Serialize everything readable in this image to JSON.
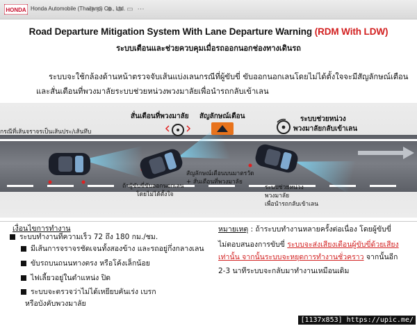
{
  "header": {
    "logo_text": "HONDA",
    "company": "Honda Automobile (Thailand) Co., Ltd.",
    "toolbar_icons": [
      "back-icon",
      "forward-icon",
      "zoom-in-icon",
      "zoom-out-icon",
      "slides-icon",
      "more-icon"
    ]
  },
  "title": {
    "main": "Road Departure Mitigation System With Lane Departure Warning",
    "highlight": "(RDM With LDW)",
    "highlight_color": "#d21e1e",
    "subtitle": "ระบบเตือนและช่วยควบคุมเมื่อรถออกนอกช่องทางเดินรถ"
  },
  "description": {
    "line1": "ระบบจะใช้กล้องด้านหน้าตรวจจับเส้นแบ่งเลนกรณีที่ผู้ขับขี่ ขับออกนอกเลนโดยไม่ได้ตั้งใจจะมีสัญลักษณ์เตือน",
    "line2": "และสั่นเตือนที่พวงมาลัยระบบช่วยหน่วงพวงมาลัยเพื่อนำรถกลับเข้าเลน"
  },
  "diagram": {
    "lane_label": "กรณีที่เส้นจราจรเป็นเส้นประ/เส้นทึบ",
    "vibrate_label": "สั่นเตือนที่พวงมาลัย",
    "warning_label": "สัญลักษณ์เตือน",
    "assist_label": [
      "ระบบช่วยหน่วง",
      "พวงมาลัยกลับเข้าเลน"
    ],
    "drift_label": [
      "ถ้าผู้ขับขี่ขับออกนอกเลน",
      "โดยไม่ได้ตั้งใจ"
    ],
    "warn_detail_label": [
      "สัญลักษณ์เตือนบนมาตรวัด",
      "+ สั่นเตือนที่พวงมาลัย"
    ],
    "return_label": [
      "ระบบช่วยหน่วง",
      "พวงมาลัย",
      "เพื่อนำรถกลับเข้าเลน"
    ],
    "warning_color": "#e8731c",
    "car_color": "#1b1f2a",
    "beam_color": "#7fd1ef"
  },
  "conditions": {
    "title": "เงื่อนไขการทำงาน",
    "items": [
      "ระบบทำงานที่ความเร็ว 72 ถึง 180 กม./ชม.",
      "มีเส้นการจราจรชัดเจนทั้งสองข้าง และรถอยู่กึ่งกลางเลน",
      "ขับรถบนถนนทางตรง หรือโค้งเล็กน้อย",
      "ไฟเลี้ยวอยู่ในตำแหน่ง ปิด",
      "ระบบจะตรวจว่าไม่ได้เหยียบคันเร่ง เบรก"
    ],
    "item5_line2": "หรือบังคับพวงมาลัย"
  },
  "note": {
    "label": "หมายเหตุ",
    "line1": " :  ถ้าระบบทำงานหลายครั้งต่อเนื่อง โดยผู้ขับขี่",
    "line2a": "ไม่ตอบสนองการขับขี่ ",
    "line2b": "ระบบจะส่งเสียงเตือนผู้ขับขี่ด้วยเสียง",
    "line3a": "เท่านั้น จากนั้นระบบจะหยุดการทำงานชั่วคราว",
    "line3b": "  จากนั้นอีก",
    "line4": "2-3 นาทีระบบจะกลับมาทำงานเหมือนเดิม"
  },
  "watermark": "[1137x853] https://upic.me/"
}
